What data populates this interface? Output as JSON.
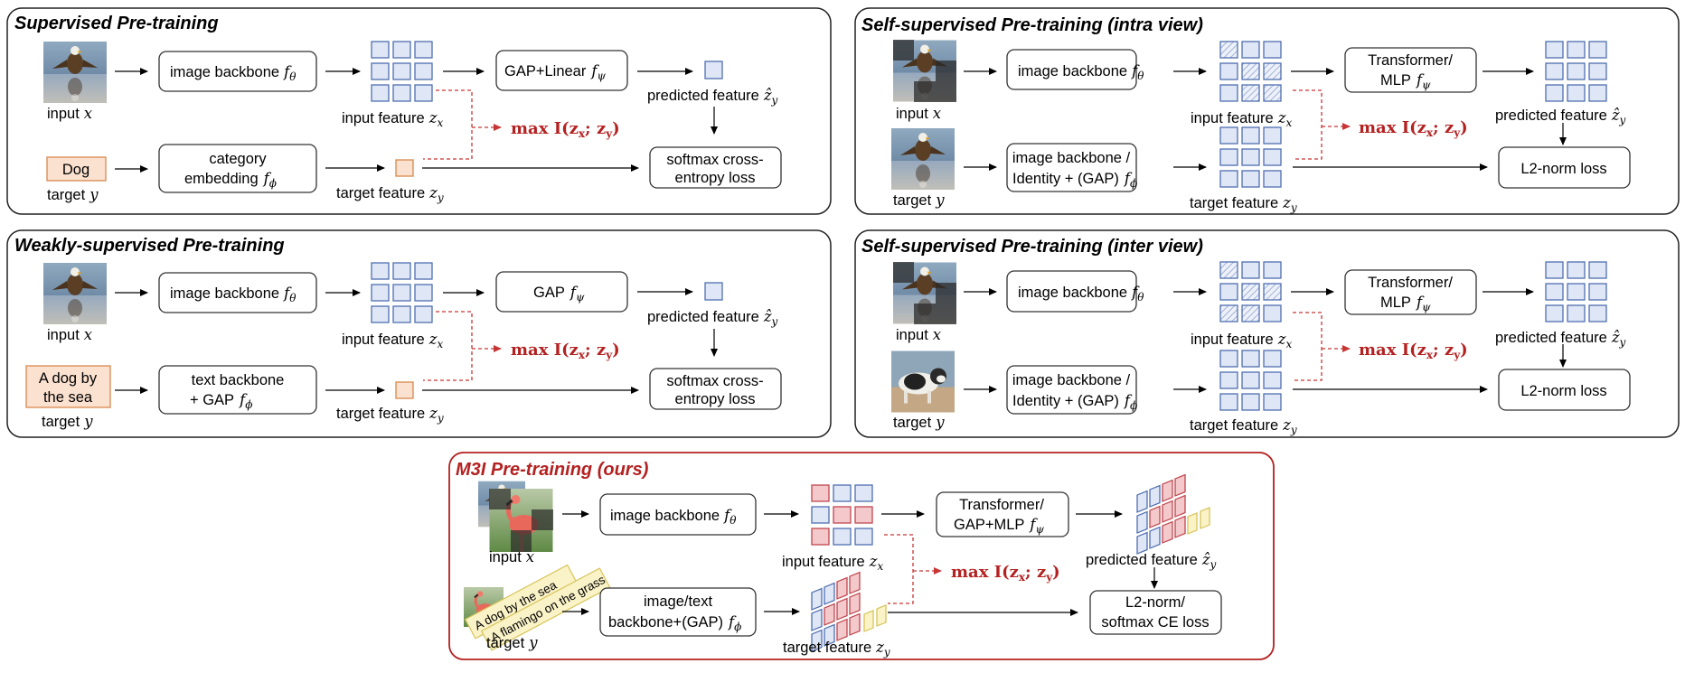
{
  "panels": {
    "supervised": {
      "title": "Supervised Pre-training",
      "input_caption": "input",
      "backbone": "image backbone",
      "input_feature": "input feature",
      "head": "GAP+Linear",
      "predicted": "predicted feature",
      "target_text": "Dog",
      "target_caption": "target",
      "embed_line1": "category",
      "embed_line2": "embedding",
      "target_feature": "target feature",
      "loss_line1": "softmax cross-",
      "loss_line2": "entropy loss",
      "mi": "max"
    },
    "weakly": {
      "title": "Weakly-supervised Pre-training",
      "input_caption": "input",
      "backbone": "image backbone",
      "input_feature": "input feature",
      "head": "GAP",
      "predicted": "predicted feature",
      "target_line1": "A dog by",
      "target_line2": "the sea",
      "target_caption": "target",
      "embed_line1": "text backbone",
      "embed_line2": "+ GAP",
      "target_feature": "target feature",
      "loss_line1": "softmax cross-",
      "loss_line2": "entropy loss",
      "mi": "max"
    },
    "intra": {
      "title": "Self-supervised Pre-training (intra view)",
      "input_caption": "input",
      "backbone": "image backbone",
      "input_feature": "input feature",
      "head_line1": "Transformer/",
      "head_line2": "MLP",
      "predicted": "predicted feature",
      "target_caption": "target",
      "embed_line1": "image backbone /",
      "embed_line2": "Identity + (GAP)",
      "target_feature": "target feature",
      "loss": "L2-norm loss",
      "mi": "max"
    },
    "inter": {
      "title": "Self-supervised Pre-training (inter view)",
      "input_caption": "input",
      "backbone": "image backbone",
      "input_feature": "input feature",
      "head_line1": "Transformer/",
      "head_line2": "MLP",
      "predicted": "predicted feature",
      "target_caption": "target",
      "embed_line1": "image backbone /",
      "embed_line2": "Identity + (GAP)",
      "target_feature": "target feature",
      "loss": "L2-norm loss",
      "mi": "max"
    },
    "m3i": {
      "title": "M3I Pre-training (ours)",
      "input_caption": "input",
      "backbone": "image backbone",
      "input_feature": "input feature",
      "head_line1": "Transformer/",
      "head_line2": "GAP+MLP",
      "predicted": "predicted feature",
      "target_caption": "target",
      "text_sample1": "A dog by the sea",
      "text_sample2": "A flamingo on the grass",
      "embed_line1": "image/text",
      "embed_line2": "backbone+(GAP)",
      "target_feature": "target feature",
      "loss_line1": "L2-norm/",
      "loss_line2": "softmax CE loss",
      "mi": "max"
    }
  },
  "colors": {
    "mi_text": "#b42121",
    "m3i_border": "#b42121",
    "feature_blue": "#dfe6f5",
    "feature_red": "#f3c9cb",
    "target_orange": "#fbe1cf"
  }
}
